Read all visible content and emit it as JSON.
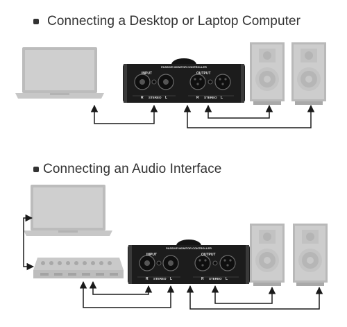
{
  "sections": [
    {
      "title": "Connecting a Desktop or Laptop Computer"
    },
    {
      "title": "Connecting an Audio Interface"
    }
  ],
  "controller": {
    "header_label": "PASSIVE MONITOR CONTROLLER",
    "input_label": "INPUT",
    "output_label": "OUTPUT",
    "label_r": "R",
    "label_l": "L",
    "label_stereo": "STEREO"
  },
  "icons": [
    "laptop-icon",
    "speaker-icon",
    "audio-interface-icon",
    "monitor-controller-icon",
    "cable-arrow-icon"
  ],
  "colors": {
    "device_gray": "#bdbdbd",
    "controller_body": "#1c1c1c",
    "cable": "#1a1a1a",
    "text": "#333333"
  }
}
